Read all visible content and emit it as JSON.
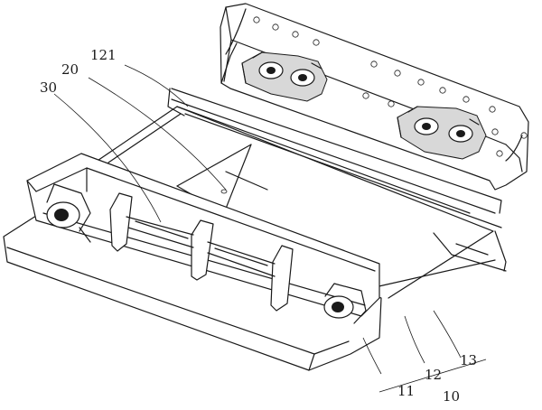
{
  "labels": {
    "l121": "121",
    "l20": "20",
    "l30": "30",
    "l11": "11",
    "l12": "12",
    "l13": "13",
    "l10": "10"
  }
}
